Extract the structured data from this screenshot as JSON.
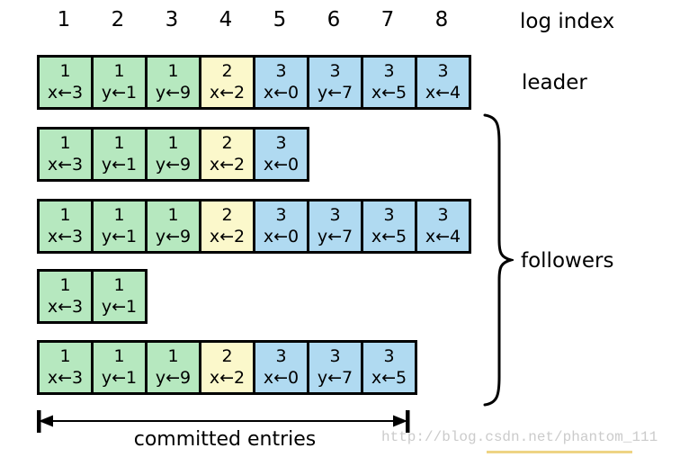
{
  "log_index": {
    "label": "log index",
    "indices": [
      "1",
      "2",
      "3",
      "4",
      "5",
      "6",
      "7",
      "8"
    ]
  },
  "term_colors": {
    "1": "#b6e8bf",
    "2": "#fbf8cb",
    "3": "#b0daf1"
  },
  "border_color": "#000000",
  "rows": [
    {
      "id": "leader",
      "label": "leader",
      "entries": [
        {
          "term": "1",
          "cmd": "x←3"
        },
        {
          "term": "1",
          "cmd": "y←1"
        },
        {
          "term": "1",
          "cmd": "y←9"
        },
        {
          "term": "2",
          "cmd": "x←2"
        },
        {
          "term": "3",
          "cmd": "x←0"
        },
        {
          "term": "3",
          "cmd": "y←7"
        },
        {
          "term": "3",
          "cmd": "x←5"
        },
        {
          "term": "3",
          "cmd": "x←4"
        }
      ]
    },
    {
      "id": "follower-1",
      "label": "",
      "entries": [
        {
          "term": "1",
          "cmd": "x←3"
        },
        {
          "term": "1",
          "cmd": "y←1"
        },
        {
          "term": "1",
          "cmd": "y←9"
        },
        {
          "term": "2",
          "cmd": "x←2"
        },
        {
          "term": "3",
          "cmd": "x←0"
        }
      ]
    },
    {
      "id": "follower-2",
      "label": "",
      "entries": [
        {
          "term": "1",
          "cmd": "x←3"
        },
        {
          "term": "1",
          "cmd": "y←1"
        },
        {
          "term": "1",
          "cmd": "y←9"
        },
        {
          "term": "2",
          "cmd": "x←2"
        },
        {
          "term": "3",
          "cmd": "x←0"
        },
        {
          "term": "3",
          "cmd": "y←7"
        },
        {
          "term": "3",
          "cmd": "x←5"
        },
        {
          "term": "3",
          "cmd": "x←4"
        }
      ]
    },
    {
      "id": "follower-3",
      "label": "",
      "entries": [
        {
          "term": "1",
          "cmd": "x←3"
        },
        {
          "term": "1",
          "cmd": "y←1"
        }
      ]
    },
    {
      "id": "follower-4",
      "label": "",
      "entries": [
        {
          "term": "1",
          "cmd": "x←3"
        },
        {
          "term": "1",
          "cmd": "y←1"
        },
        {
          "term": "1",
          "cmd": "y←9"
        },
        {
          "term": "2",
          "cmd": "x←2"
        },
        {
          "term": "3",
          "cmd": "x←0"
        },
        {
          "term": "3",
          "cmd": "y←7"
        },
        {
          "term": "3",
          "cmd": "x←5"
        }
      ]
    }
  ],
  "followers_label": "followers",
  "committed_label": "committed entries",
  "watermark_text": "http://blog.csdn.net/phantom_111",
  "watermark_underline_color": "#eed484"
}
